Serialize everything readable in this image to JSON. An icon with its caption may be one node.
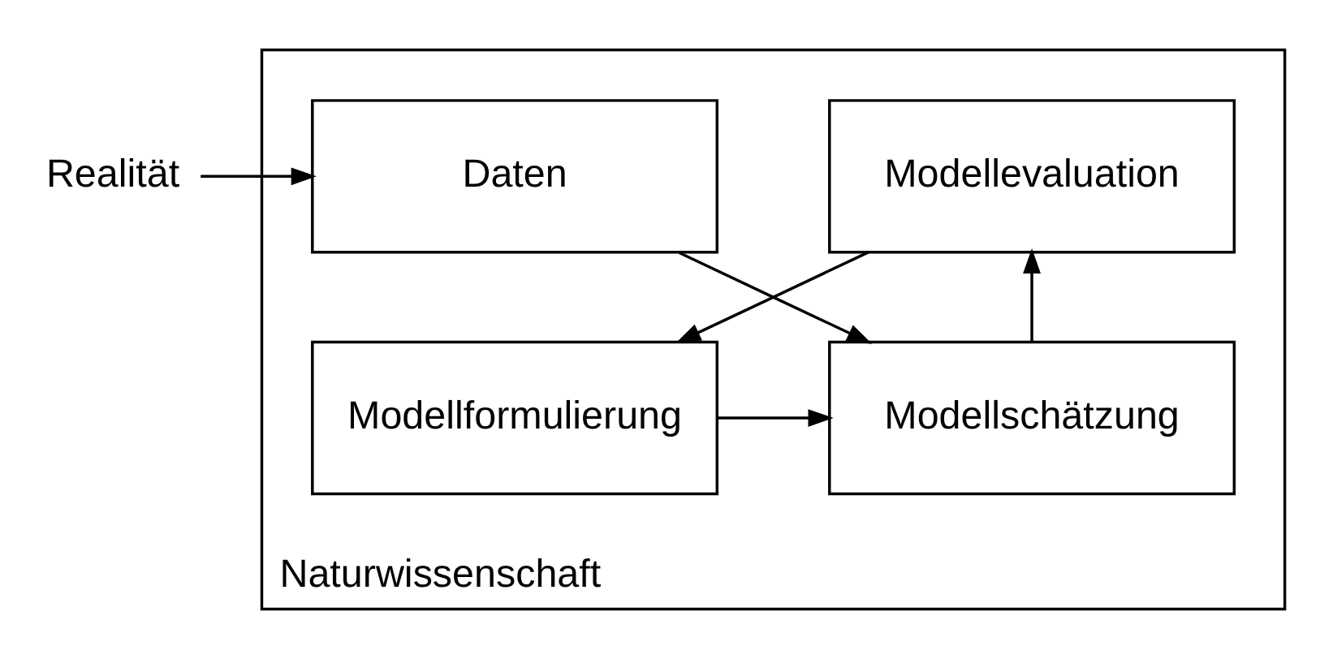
{
  "diagram": {
    "nodes": [
      {
        "text": [
          "Naturwissenschaft"
        ]
      },
      {
        "text": [
          "Realität"
        ]
      },
      {
        "text": [
          "Daten"
        ],
        "in": 0
      },
      {
        "text": [
          "Modellformulierung"
        ],
        "in": 0
      },
      {
        "text": [
          "Modellschätzung"
        ],
        "in": 0
      },
      {
        "text": [
          "Modellevaluation"
        ],
        "in": 0
      }
    ],
    "edges": [
      {
        "from": 1,
        "to": 2,
        "arrow": "to"
      },
      {
        "from": 2,
        "to": 4,
        "arrow": "to"
      },
      {
        "from": 3,
        "to": 4,
        "arrow": "to"
      },
      {
        "from": 4,
        "to": 5,
        "arrow": "to"
      },
      {
        "from": 5,
        "to": 3,
        "arrow": "to"
      }
    ]
  }
}
